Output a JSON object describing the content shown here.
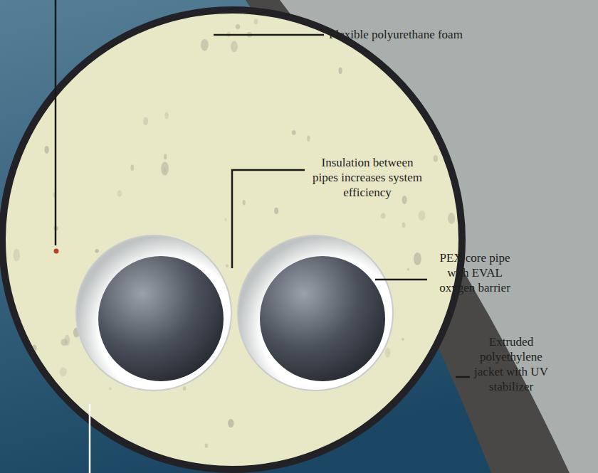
{
  "diagram": {
    "labels": [
      "Flexible polyurethane foam",
      "Insulation between pipes increases system efficiency",
      "PEX core pipe with EVAL oxygen barrier",
      "Extruded polyethylene jacket with UV stabilizer"
    ]
  }
}
